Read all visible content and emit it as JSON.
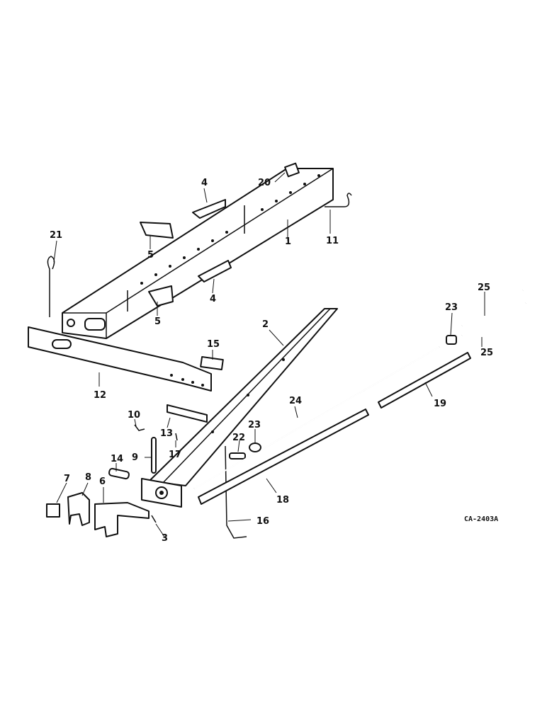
{
  "drawing_code": "CA-2403A",
  "callouts": {
    "c1": "1",
    "c2": "2",
    "c3": "3",
    "c4a": "4",
    "c4b": "4",
    "c5a": "5",
    "c5b": "5",
    "c6": "6",
    "c7": "7",
    "c8": "8",
    "c9": "9",
    "c10": "10",
    "c11": "11",
    "c12": "12",
    "c13": "13",
    "c14": "14",
    "c15": "15",
    "c16": "16",
    "c17": "17",
    "c18": "18",
    "c19": "19",
    "c20": "20",
    "c21": "21",
    "c22": "22",
    "c23a": "23",
    "c23b": "23",
    "c24": "24",
    "c25a": "25",
    "c25b": "25"
  }
}
